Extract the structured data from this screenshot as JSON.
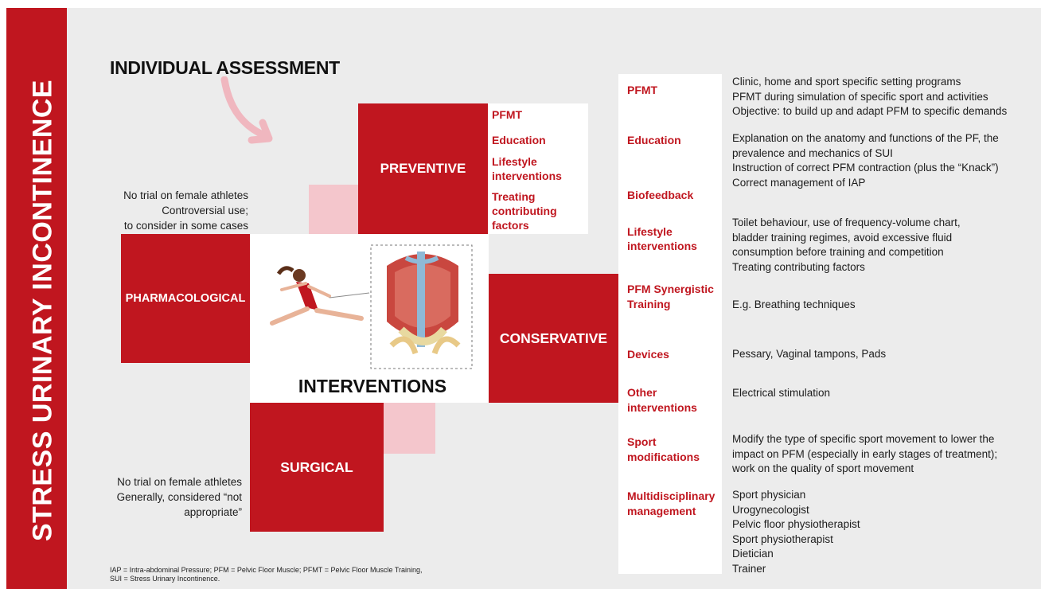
{
  "sidebar": {
    "title": "STRESS URINARY INCONTINENCE"
  },
  "heading": "INDIVIDUAL ASSESSMENT",
  "blocks": {
    "preventive": "PREVENTIVE",
    "pharmacological": "PHARMACOLOGICAL",
    "conservative": "CONSERVATIVE",
    "surgical": "SURGICAL",
    "interventions": "INTERVENTIONS"
  },
  "preventive_items": [
    "PFMT",
    "Education",
    "Lifestyle interventions",
    "Treating contributing factors"
  ],
  "notes": {
    "pharmacological": [
      "No trial on female athletes",
      "Controversial use;",
      "to consider in some cases"
    ],
    "surgical": [
      "No trial on female athletes",
      "Generally, considered “not",
      "appropriate”"
    ]
  },
  "conservative": [
    {
      "label": "PFMT",
      "desc": [
        "Clinic, home and sport specific setting  programs",
        "PFMT during simulation of specific sport and activities",
        "Objective: to build up and adapt PFM to specific demands"
      ]
    },
    {
      "label": "Education",
      "desc": [
        "Explanation on the anatomy and functions of the PF, the",
        "prevalence and mechanics of SUI",
        "Instruction of correct PFM contraction (plus the “Knack”)",
        "Correct management of IAP"
      ]
    },
    {
      "label": "Biofeedback",
      "desc": []
    },
    {
      "label": "Lifestyle interventions",
      "desc": [
        "Toilet behaviour, use of frequency-volume chart,",
        "bladder training regimes, avoid excessive fluid",
        "consumption before training and competition",
        "Treating contributing factors"
      ]
    },
    {
      "label": "PFM Synergistic Training",
      "desc": [
        "E.g. Breathing techniques"
      ]
    },
    {
      "label": "Devices",
      "desc": [
        "Pessary, Vaginal tampons, Pads"
      ]
    },
    {
      "label": "Other interventions",
      "desc": [
        "Electrical stimulation"
      ]
    },
    {
      "label": "Sport modifications",
      "desc": [
        "Modify the type of specific sport movement to lower the",
        "impact on PFM (especially in early stages of treatment);",
        "work on the quality of sport movement"
      ]
    },
    {
      "label": "Multidisciplinary management",
      "desc": [
        "Sport physician",
        "Urogynecologist",
        "Pelvic floor physiotherapist",
        "Sport physiotherapist",
        "Dietician",
        "Trainer"
      ]
    }
  ],
  "footnote": [
    "IAP = Intra-abdominal Pressure; PFM = Pelvic Floor Muscle; PFMT = Pelvic Floor Muscle Training,",
    "SUI = Stress Urinary Incontinence."
  ],
  "colors": {
    "accent": "#c0161f",
    "pink": "#f4c6cc",
    "background": "#ececec"
  }
}
